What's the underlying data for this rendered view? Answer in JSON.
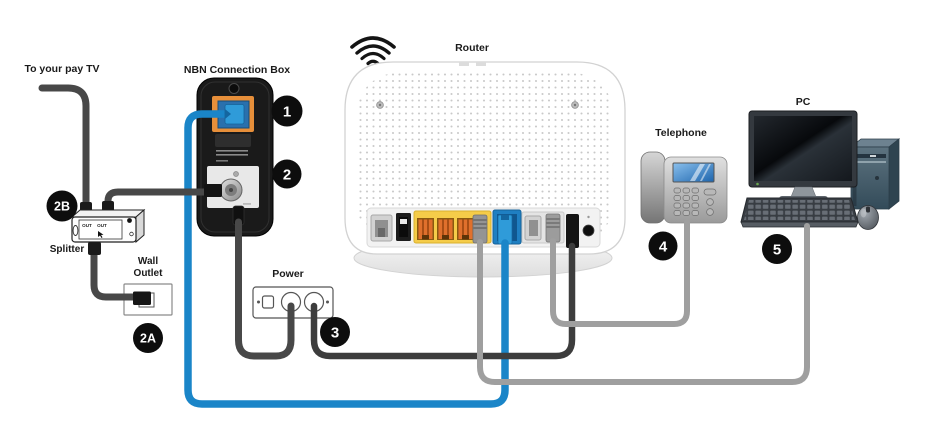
{
  "diagram": {
    "labels": {
      "pay_tv": "To your pay TV",
      "nbn_box": "NBN Connection Box",
      "router": "Router",
      "telephone": "Telephone",
      "pc": "PC",
      "power": "Power",
      "wall_line1": "Wall",
      "wall_line2": "Outlet",
      "splitter": "Splitter"
    },
    "splitter_ports": {
      "out1": "OUT",
      "out2": "OUT"
    },
    "steps": {
      "s1": "1",
      "s2": "2",
      "s2a": "2A",
      "s2b": "2B",
      "s3": "3",
      "s4": "4",
      "s5": "5"
    },
    "colors": {
      "cable_dark": "#484848",
      "cable_grey": "#9f9f9f",
      "cable_blue": "#1a85c8",
      "badge": "#0d0d0d",
      "router_port_yellow": "#f5cc49",
      "router_port_blue": "#1f7fc2",
      "router_connector_orange": "#e0702c",
      "nbn_panel_orange": "#e78f3a"
    }
  }
}
